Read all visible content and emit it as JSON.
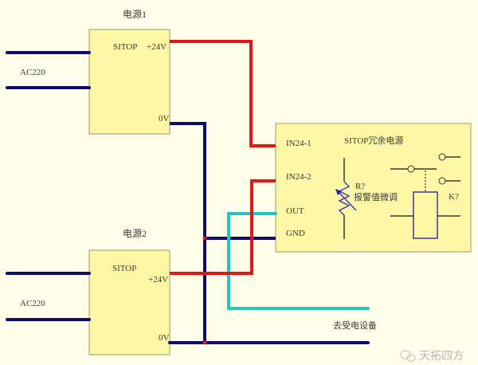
{
  "colors": {
    "background": "#fefde9",
    "box_fill": "#fdf7a6",
    "box_stroke": "#a09a6a",
    "wire_24v": "#e01818",
    "wire_0v": "#0c0c6e",
    "wire_out": "#28c2c0",
    "junction": "#c02020",
    "component": "#3a3a2a",
    "relay": "#3a3aa0",
    "text": "#3a3a3a",
    "watermark": "#b8b8b8"
  },
  "psu1": {
    "title": "电源1",
    "model": "SITOP",
    "pin_24v": "+24V",
    "pin_0v": "0V",
    "input_label": "AC220"
  },
  "psu2": {
    "title": "电源2",
    "model": "SITOP",
    "pin_24v": "+24V",
    "pin_0v": "0V",
    "input_label": "AC220"
  },
  "redundancy_module": {
    "title": "SITOP冗余电源",
    "pins": [
      "IN24-1",
      "IN24-2",
      "OUT",
      "GND"
    ],
    "resistor_ref": "R?",
    "resistor_desc": "报警值微调",
    "relay_ref": "K?"
  },
  "output_label": "去受电设备",
  "watermark": "天拓四方"
}
